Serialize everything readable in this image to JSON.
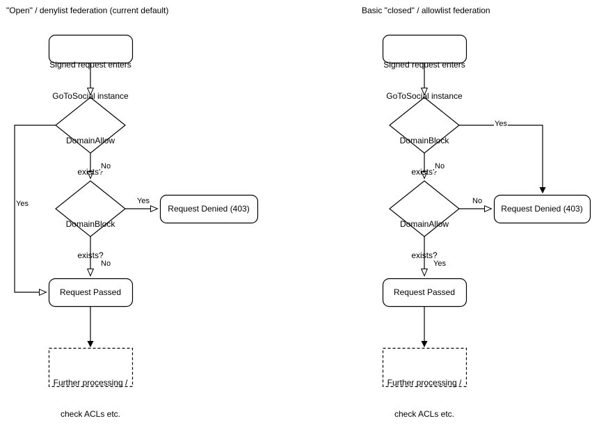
{
  "diagram": {
    "type": "flowchart",
    "background": "#ffffff",
    "stroke_color": "#000000",
    "text_color": "#000000",
    "columns": [
      {
        "id": "open-federation",
        "title": "\"Open\" / denylist federation (current default)",
        "nodes": [
          {
            "id": "entry-left",
            "shape": "rounded-rect",
            "line1": "Signed request enters",
            "line2": "GoToSocial instance"
          },
          {
            "id": "domainallow-left",
            "shape": "diamond",
            "line1": "DomainAllow",
            "line2": "exists?"
          },
          {
            "id": "domainblock-left",
            "shape": "diamond",
            "line1": "DomainBlock",
            "line2": "exists?"
          },
          {
            "id": "denied-left",
            "shape": "rounded-rect",
            "line1": "Request Denied (403)",
            "line2": ""
          },
          {
            "id": "passed-left",
            "shape": "rounded-rect",
            "line1": "Request Passed",
            "line2": ""
          },
          {
            "id": "further-left",
            "shape": "dashed-rect",
            "line1": "Further processing /",
            "line2": "check ACLs etc."
          }
        ],
        "edge_labels": [
          {
            "id": "left-allow-yes",
            "text": "Yes"
          },
          {
            "id": "left-allow-no",
            "text": "No"
          },
          {
            "id": "left-block-yes",
            "text": "Yes"
          },
          {
            "id": "left-block-no",
            "text": "No"
          }
        ]
      },
      {
        "id": "closed-federation",
        "title": "Basic \"closed\" / allowlist federation",
        "nodes": [
          {
            "id": "entry-right",
            "shape": "rounded-rect",
            "line1": "Signed request enters",
            "line2": "GoToSocial instance"
          },
          {
            "id": "domainblock-right",
            "shape": "diamond",
            "line1": "DomainBlock",
            "line2": "exists?"
          },
          {
            "id": "domainallow-right",
            "shape": "diamond",
            "line1": "DomainAllow",
            "line2": "exists?"
          },
          {
            "id": "denied-right",
            "shape": "rounded-rect",
            "line1": "Request Denied (403)",
            "line2": ""
          },
          {
            "id": "passed-right",
            "shape": "rounded-rect",
            "line1": "Request Passed",
            "line2": ""
          },
          {
            "id": "further-right",
            "shape": "dashed-rect",
            "line1": "Further processing /",
            "line2": "check ACLs etc."
          }
        ],
        "edge_labels": [
          {
            "id": "right-block-yes",
            "text": "Yes"
          },
          {
            "id": "right-block-no",
            "text": "No"
          },
          {
            "id": "right-allow-no",
            "text": "No"
          },
          {
            "id": "right-allow-yes",
            "text": "Yes"
          }
        ]
      }
    ]
  }
}
